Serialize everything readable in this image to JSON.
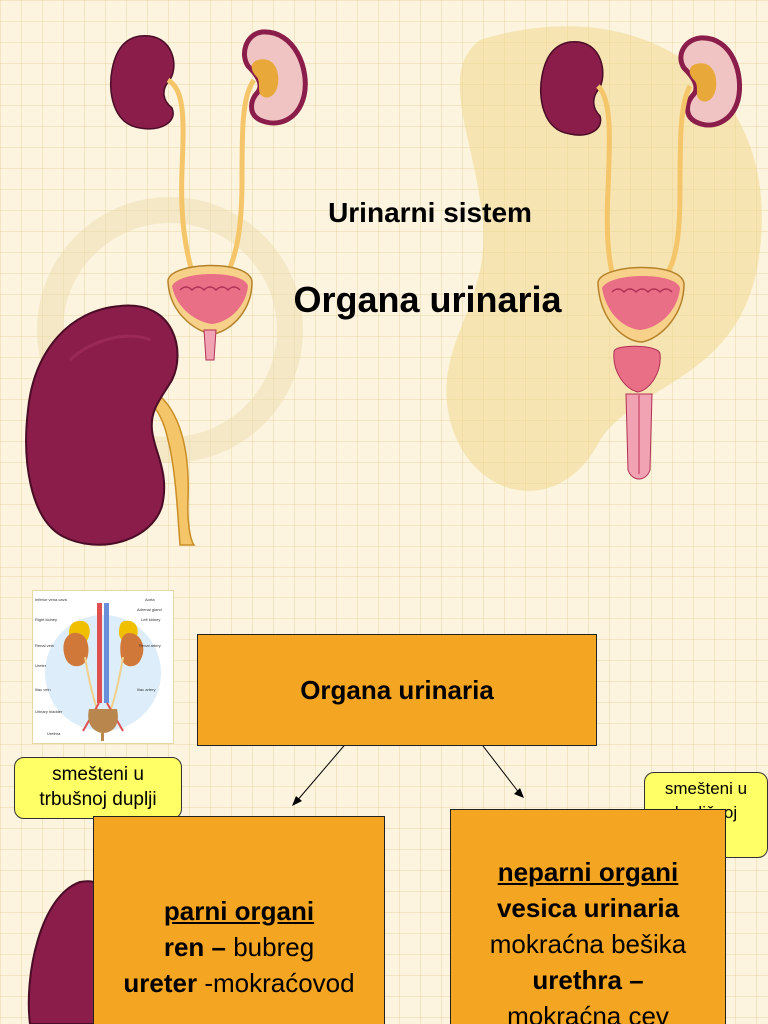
{
  "slide1": {
    "title": "Urinarni sistem",
    "subtitle": "Organa urinaria"
  },
  "slide2": {
    "top_box": "Organa urinaria",
    "note_left": [
      "smešteni u",
      "trbušnoj duplji"
    ],
    "note_right": [
      "smešteni u",
      "karličnoj",
      "duplji"
    ],
    "left_box": {
      "heading": "parni organi",
      "line1_term": "ren –",
      "line1_meaning": " bubreg",
      "line2_term": "ureter",
      "line2_meaning": " -mokraćovod"
    },
    "right_box": {
      "heading": "neparni organi",
      "line1_term": "vesica urinaria",
      "line2_meaning": "mokraćna bešika",
      "line3_term": "urethra –",
      "line4_meaning": "mokraćna cev"
    },
    "diagram_labels": {
      "left": [
        "Inferior vena cava",
        "Right kidney",
        "Renal vein",
        "Ureter",
        "Iliac vein",
        "Urinary bladder",
        "Urethra"
      ],
      "right": [
        "Aorta",
        "Adrenal gland",
        "Left kidney",
        "Renal artery",
        "Iliac artery"
      ]
    }
  },
  "colors": {
    "kidney": "#8a1d4a",
    "kidney_cut": "#f1c4c4",
    "ureter": "#f5c56a",
    "bladder": "#f7d08a",
    "box_fill": "#f4a623",
    "note_fill": "#ffff66"
  }
}
